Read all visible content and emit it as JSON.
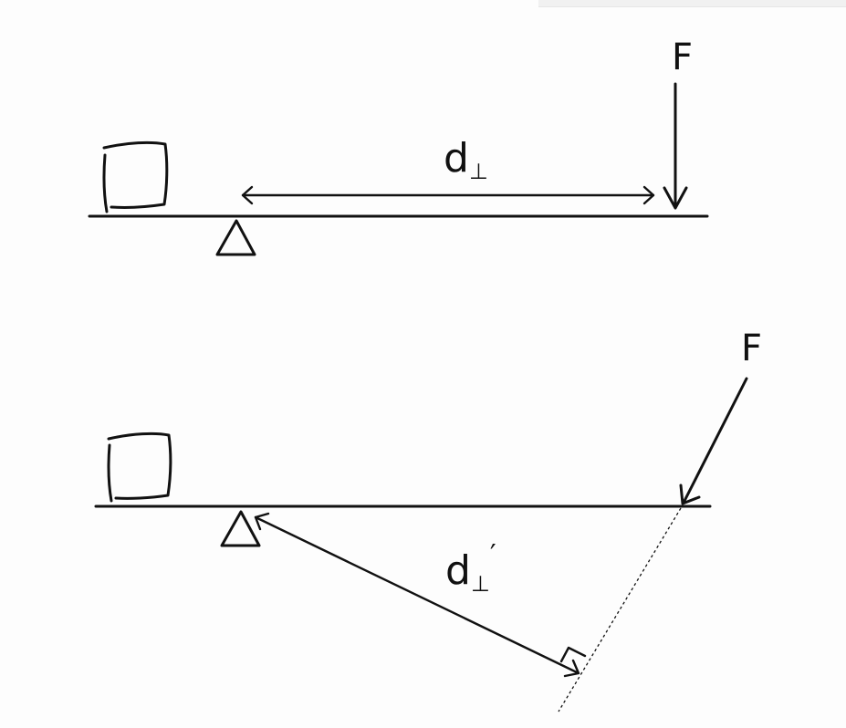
{
  "panels": {
    "top": {
      "force_label": "F",
      "distance_label_base": "d",
      "distance_label_sub": "⊥",
      "distance_label_prime": ""
    },
    "bottom": {
      "force_label": "F",
      "distance_label_base": "d",
      "distance_label_sub": "⊥",
      "distance_label_prime": "′"
    }
  },
  "colors": {
    "ink": "#111111",
    "paper": "#fdfdfd"
  }
}
